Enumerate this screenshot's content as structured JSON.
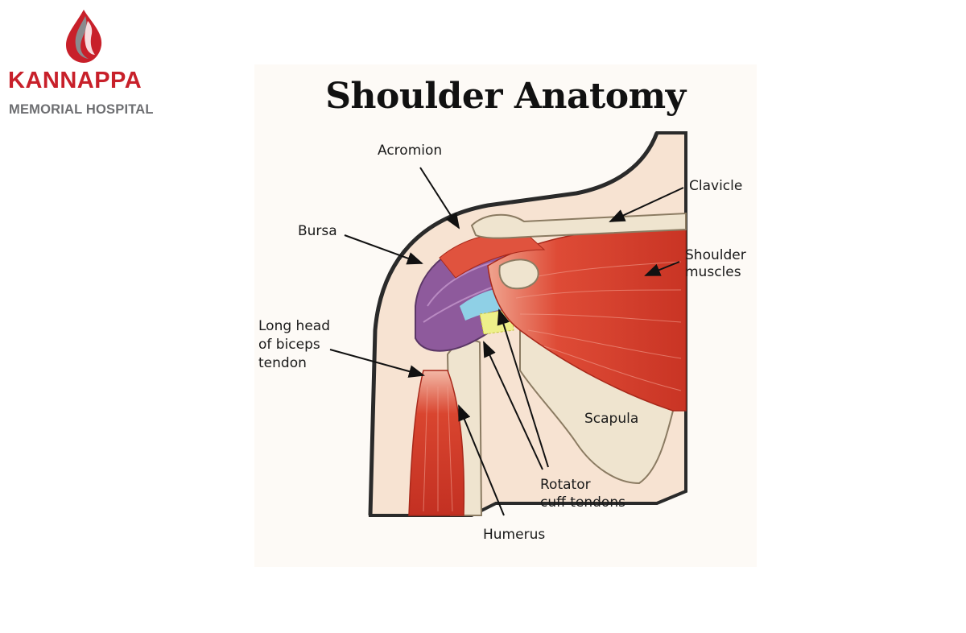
{
  "logo": {
    "name": "KANNAPPA",
    "subtitle": "MEMORIAL HOSPITAL",
    "colors": {
      "red": "#c8202a",
      "gray": "#6d6e71"
    }
  },
  "diagram": {
    "title": "Shoulder Anatomy",
    "labels": {
      "acromion": "Acromion",
      "clavicle": "Clavicle",
      "bursa": "Bursa",
      "shoulder_muscles_1": "Shoulder",
      "shoulder_muscles_2": "muscles",
      "biceps_1": "Long head",
      "biceps_2": "of biceps",
      "biceps_3": "tendon",
      "scapula": "Scapula",
      "rotator_1": "Rotator",
      "rotator_2": "cuff tendons",
      "humerus": "Humerus"
    },
    "colors": {
      "skin": "#f7e3d2",
      "muscle": "#d9412e",
      "bone": "#efe4cf",
      "bursa": "#8e5a9c",
      "tendon_blue": "#8fd0e6",
      "tendon_yellow": "#eef08a"
    }
  }
}
